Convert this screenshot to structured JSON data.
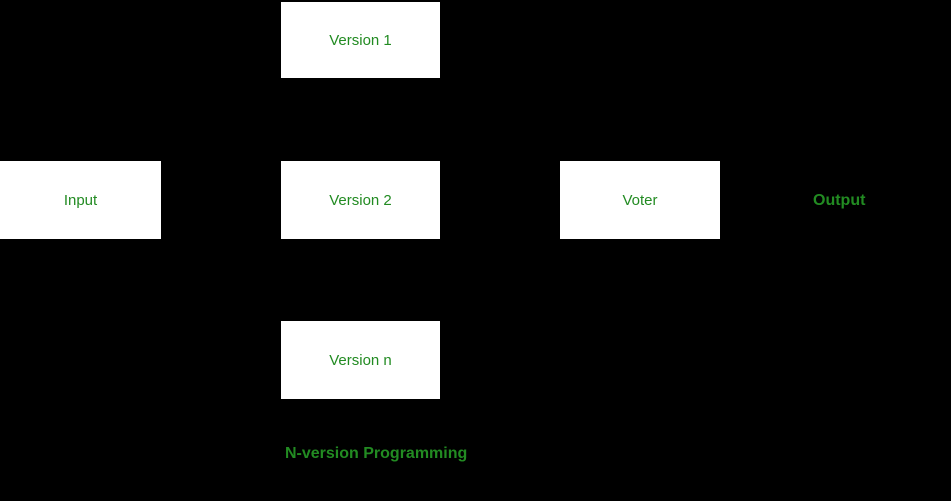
{
  "diagram": {
    "caption": "N-version Programming",
    "nodes": {
      "version1": {
        "label": "Version 1"
      },
      "input": {
        "label": "Input"
      },
      "version2": {
        "label": "Version 2"
      },
      "voter": {
        "label": "Voter"
      },
      "version_n": {
        "label": "Version n"
      },
      "output": {
        "label": "Output"
      }
    },
    "colors": {
      "background": "#000000",
      "box_fill": "#ffffff",
      "text_green": "#228B22"
    }
  }
}
